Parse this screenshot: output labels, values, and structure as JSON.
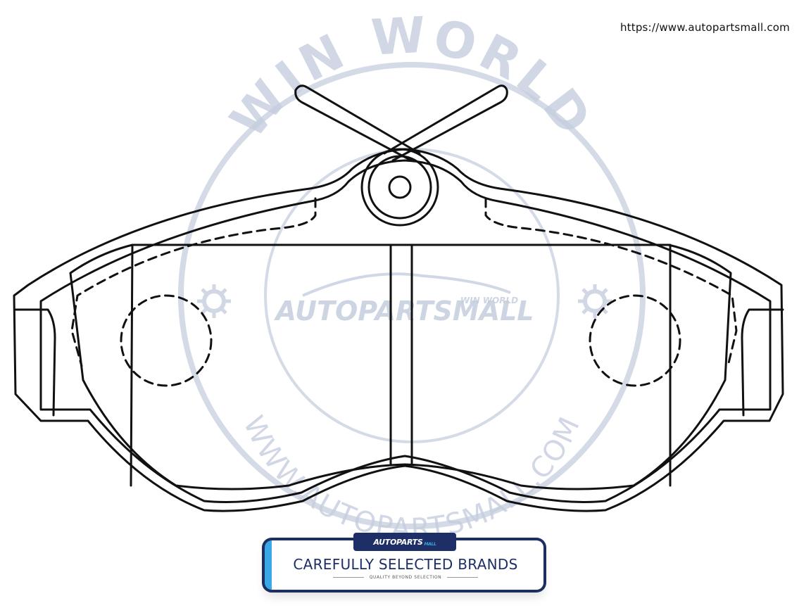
{
  "header": {
    "url": "https://www.autopartsmall.com"
  },
  "watermark": {
    "arc_top": "WIN WORLD",
    "arc_bottom": "WWW.AUTOPARTSMALL.COM",
    "logo": "AUTOPARTSMALL",
    "logo_tag": "WIN WORLD",
    "color": "#b9c2d4"
  },
  "banner": {
    "logo": "AUTOPARTS",
    "logo_sub": "MALL",
    "title": "CAREFULLY SELECTED BRANDS",
    "subtitle": "QUALITY BEYOND SELECTION",
    "accent": "#3aa8e6",
    "navy": "#1d2f66"
  }
}
